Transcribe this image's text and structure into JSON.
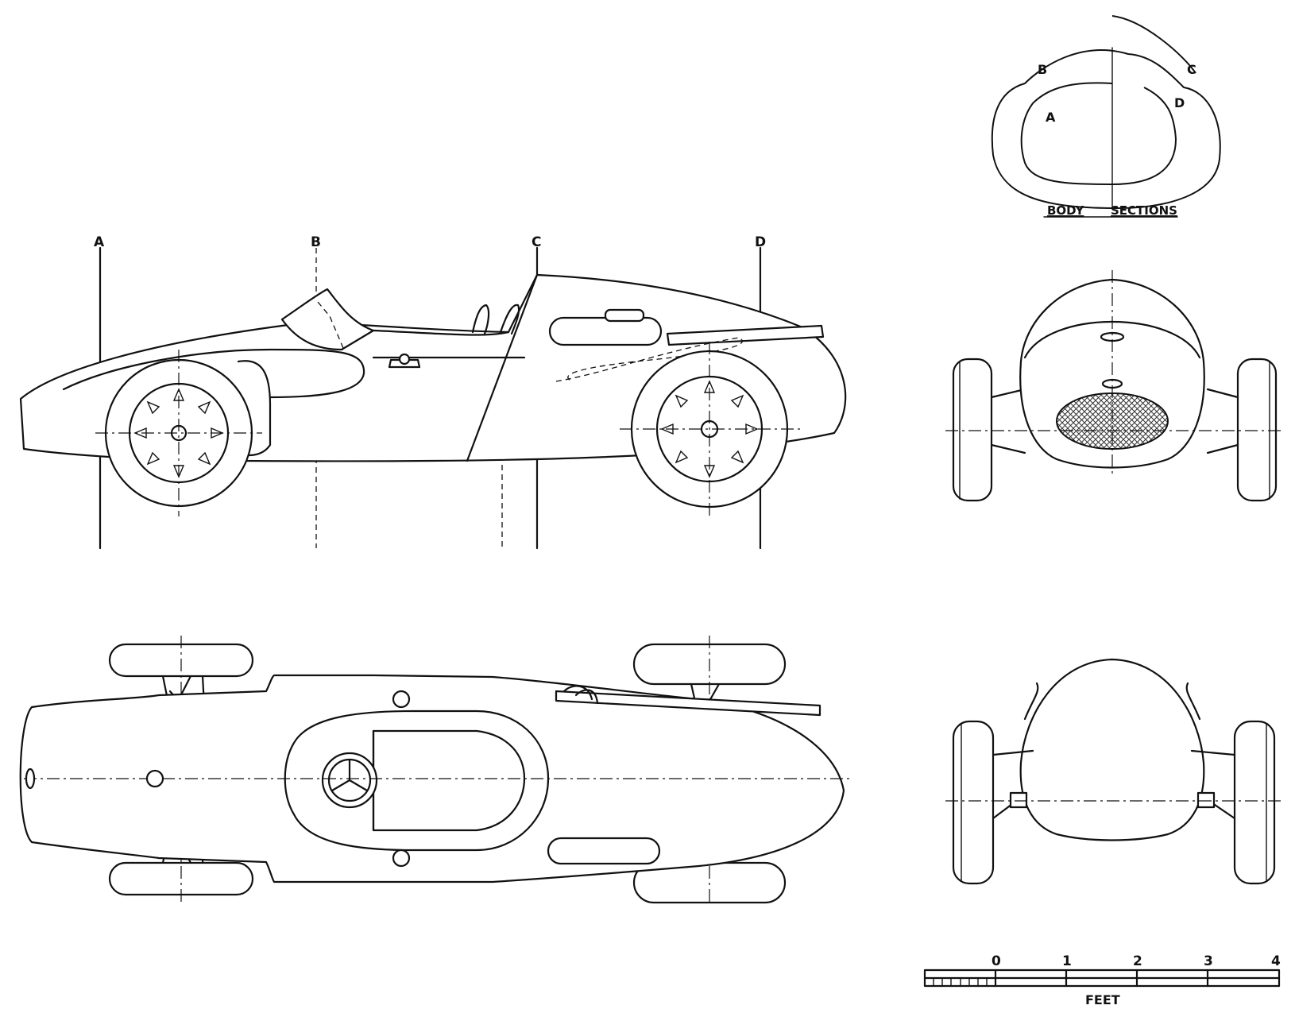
{
  "section_markers": [
    "A",
    "B",
    "C",
    "D"
  ],
  "body_sections": {
    "title_left": "BODY",
    "title_right": "SECTIONS",
    "labels": [
      "A",
      "B",
      "C",
      "D"
    ]
  },
  "scale": {
    "ticks": [
      "0",
      "1",
      "2",
      "3",
      "4"
    ],
    "unit": "FEET"
  }
}
